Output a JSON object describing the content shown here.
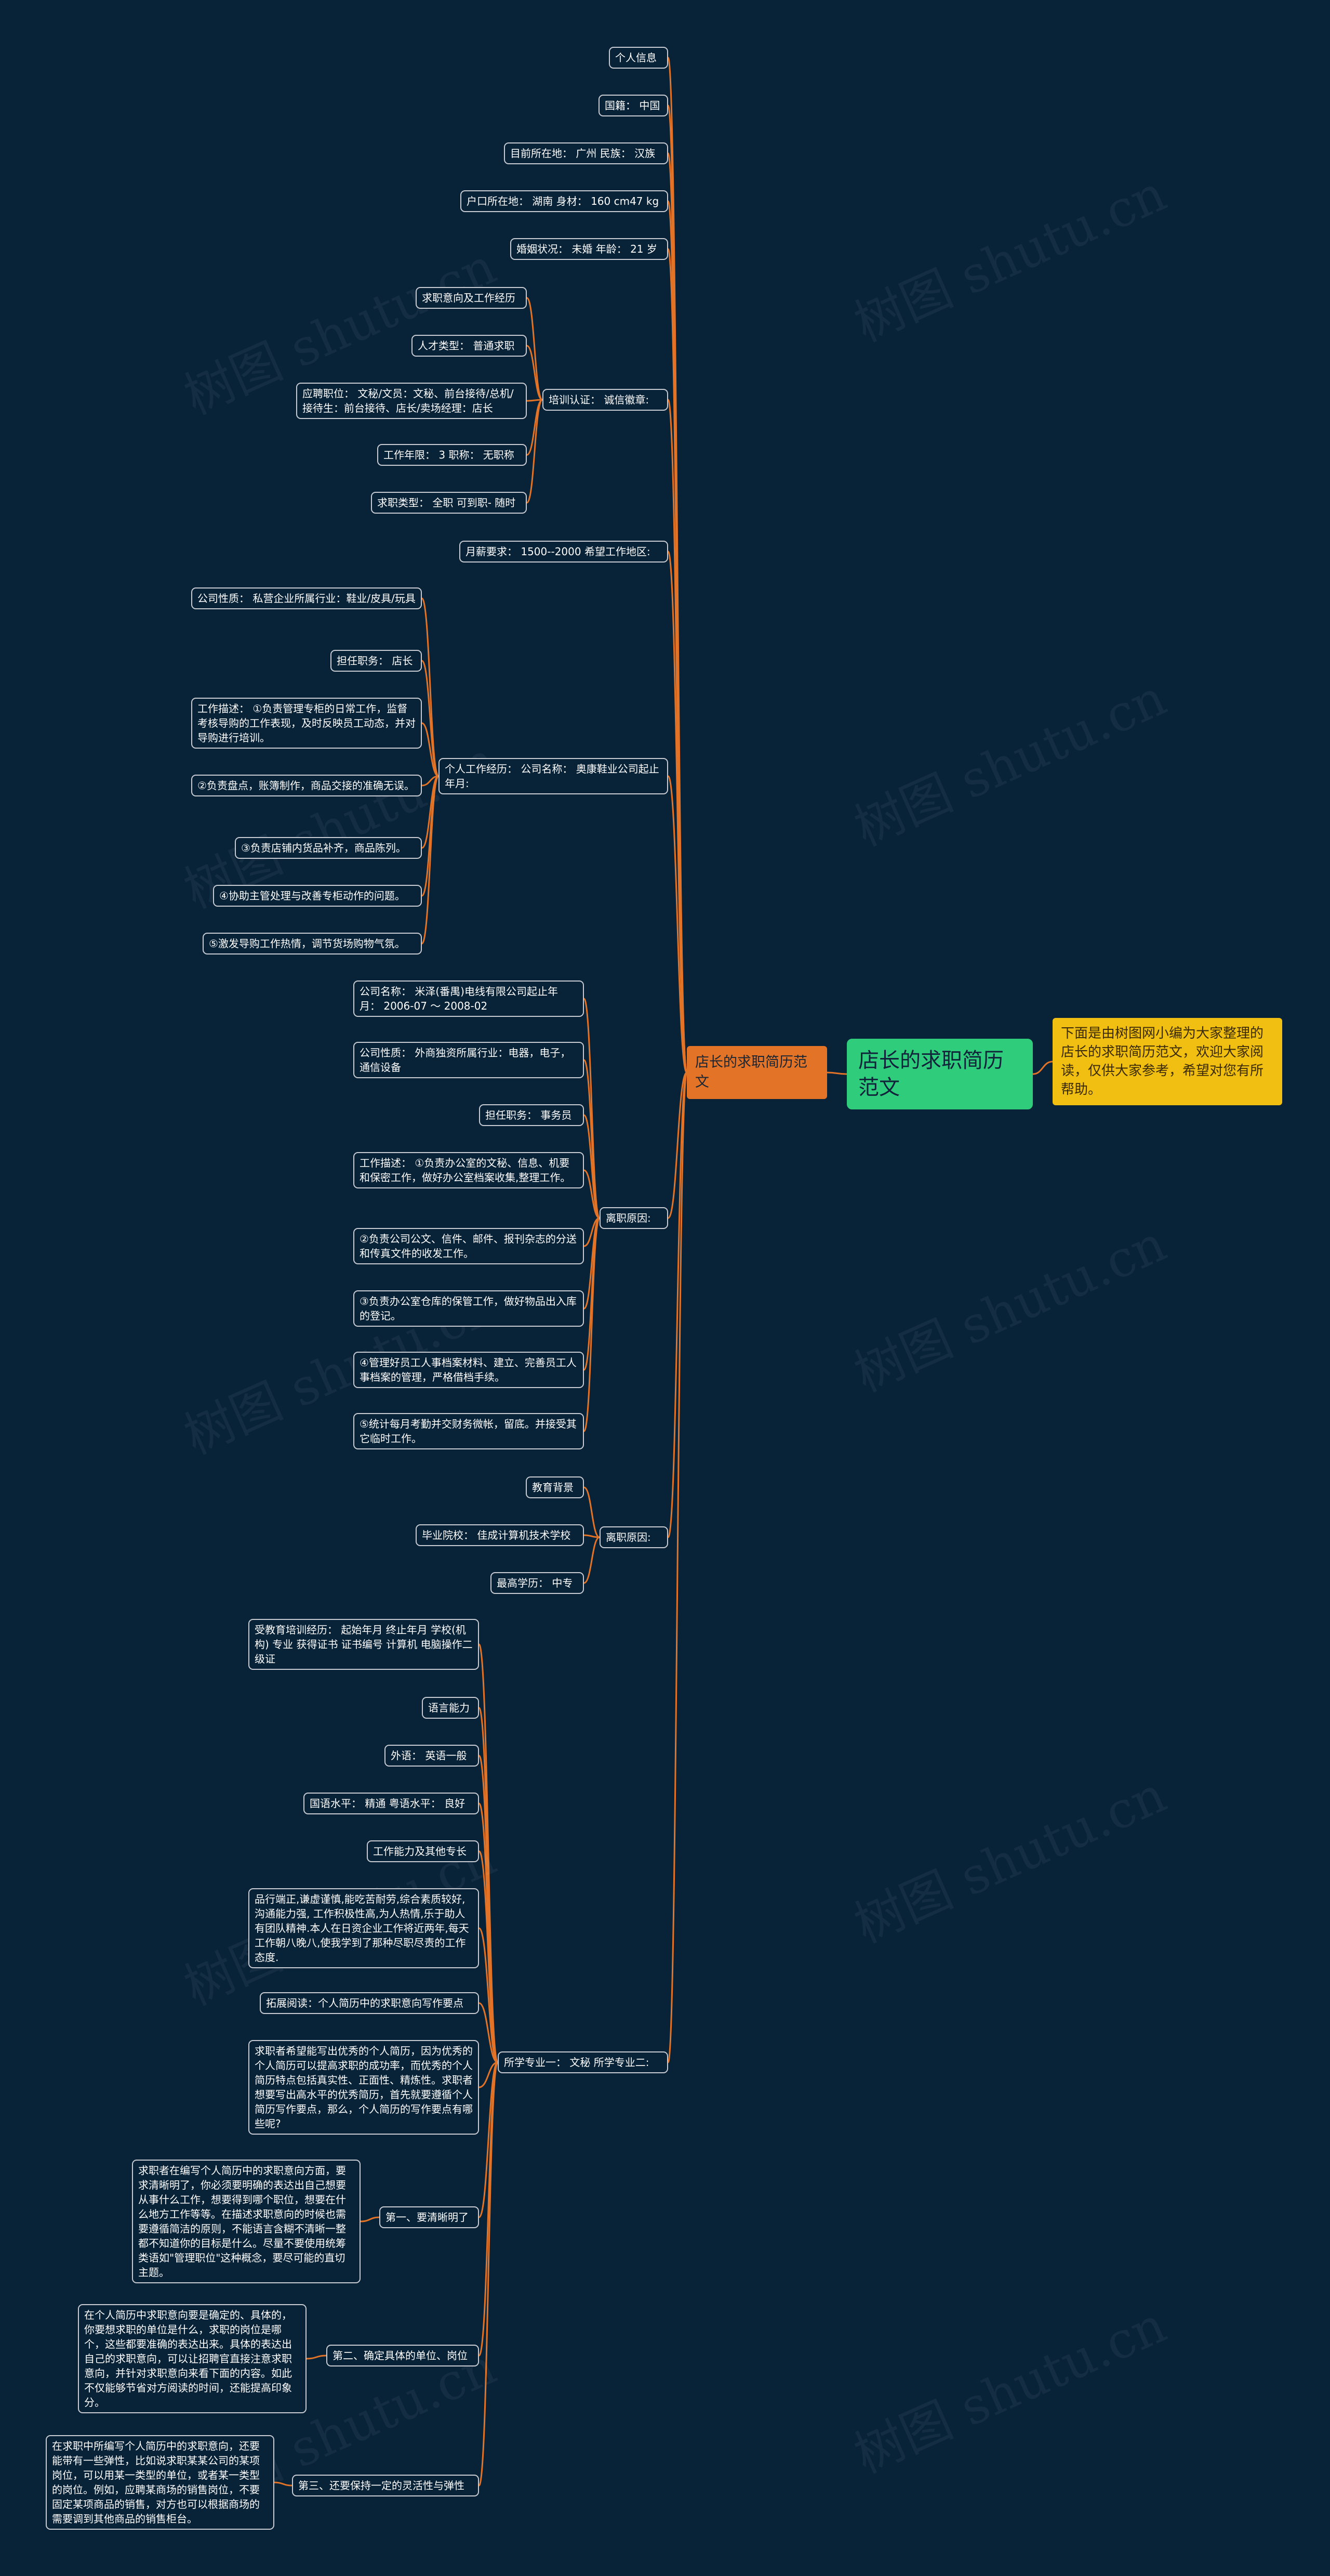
{
  "colors": {
    "background": "#082238",
    "root": "#2fcc7c",
    "branch": "#e27327",
    "note": "#f0bf11",
    "link": "#e27327",
    "node_border": "#c8ccd2"
  },
  "watermark": "树图 shutu.cn",
  "root": {
    "text": "店长的求职简历范文"
  },
  "note": {
    "text": "下面是由树图网小编为大家整理的店长的求职简历范文，欢迎大家阅读，仅供大家参考，希望对您有所帮助。"
  },
  "branch": {
    "text": "店长的求职简历范文"
  },
  "level2": [
    "个人信息",
    "国籍： 中国",
    "目前所在地： 广州 民族： 汉族",
    "户口所在地： 湖南 身材： 160 cm47 kg",
    "婚姻状况： 未婚 年龄： 21 岁",
    "培训认证： 诚信徽章:",
    "月薪要求： 1500--2000 希望工作地区:",
    "个人工作经历： 公司名称： 奥康鞋业公司起止年月:",
    "离职原因:",
    "离职原因:",
    "所学专业一： 文秘 所学专业二:"
  ],
  "level3": [
    "求职意向及工作经历",
    "人才类型： 普通求职",
    "应聘职位： 文秘/文员：文秘、前台接待/总机/接待生：前台接待、店长/卖场经理：店长",
    "工作年限： 3 职称： 无职称",
    "求职类型： 全职 可到职- 随时",
    "公司性质： 私营企业所属行业：鞋业/皮具/玩具",
    "担任职务： 店长",
    "工作描述： ①负责管理专柜的日常工作，监督考核导购的工作表现，及时反映员工动态，并对导购进行培训。",
    "②负责盘点，账簿制作，商品交接的准确无误。",
    "③负责店铺内货品补齐，商品陈列。",
    "④协助主管处理与改善专柜动作的问题。",
    "⑤激发导购工作热情，调节货场购物气氛。",
    "公司名称： 米泽(番禺)电线有限公司起止年月： 2006-07 ～ 2008-02",
    "公司性质： 外商独资所属行业：电器，电子，通信设备",
    "担任职务： 事务员",
    "工作描述： ①负责办公室的文秘、信息、机要和保密工作，做好办公室档案收集,整理工作。",
    "②负责公司公文、信件、邮件、报刊杂志的分送和传真文件的收发工作。",
    "③负责办公室仓库的保管工作，做好物品出入库的登记。",
    "④管理好员工人事档案材料、建立、完善员工人事档案的管理，严格借档手续。",
    "⑤统计每月考勤并交财务微帐，留底。并接受其它临时工作。",
    "教育背景",
    "毕业院校： 佳成计算机技术学校",
    "最高学历： 中专",
    "受教育培训经历： 起始年月 终止年月 学校(机构) 专业 获得证书 证书编号 计算机 电脑操作二级证",
    "语言能力",
    "外语： 英语一般",
    "国语水平： 精通 粤语水平： 良好",
    "工作能力及其他专长",
    "品行端正,谦虚谨慎,能吃苦耐劳,综合素质较好,沟通能力强, 工作积极性高,为人热情,乐于助人有团队精神.本人在日资企业工作将近两年,每天工作朝八晚八,使我学到了那种尽职尽责的工作态度.",
    "拓展阅读：个人简历中的求职意向写作要点",
    "求职者希望能写出优秀的个人简历，因为优秀的个人简历可以提高求职的成功率，而优秀的个人简历特点包括真实性、正面性、精炼性。求职者想要写出高水平的优秀简历，首先就要遵循个人简历写作要点，那么，个人简历的写作要点有哪些呢?",
    "第一、要清晰明了",
    "第二、确定具体的单位、岗位",
    "第三、还要保持一定的灵活性与弹性"
  ],
  "level4": [
    "求职者在编写个人简历中的求职意向方面，要求清晰明了，你必须要明确的表达出自己想要从事什么工作，想要得到哪个职位，想要在什么地方工作等等。在描述求职意向的时候也需要遵循简洁的原则，不能语言含糊不清晰一整都不知道你的目标是什么。尽量不要使用统筹类语如\"管理职位\"这种概念，要尽可能的直切主题。",
    "在个人简历中求职意向要是确定的、具体的，你要想求职的单位是什么，求职的岗位是哪个，这些都要准确的表达出来。具体的表达出自己的求职意向，可以让招聘官直接注意求职意向，并针对求职意向来看下面的内容。如此不仅能够节省对方阅读的时间，还能提高印象分。",
    "在求职中所编写个人简历中的求职意向，还要能带有一些弹性，比如说求职某某公司的某项岗位，可以用某一类型的单位，或者某一类型的岗位。例如，应聘某商场的销售岗位，不要固定某项商品的销售，对方也可以根据商场的需要调到其他商品的销售柜台。"
  ]
}
